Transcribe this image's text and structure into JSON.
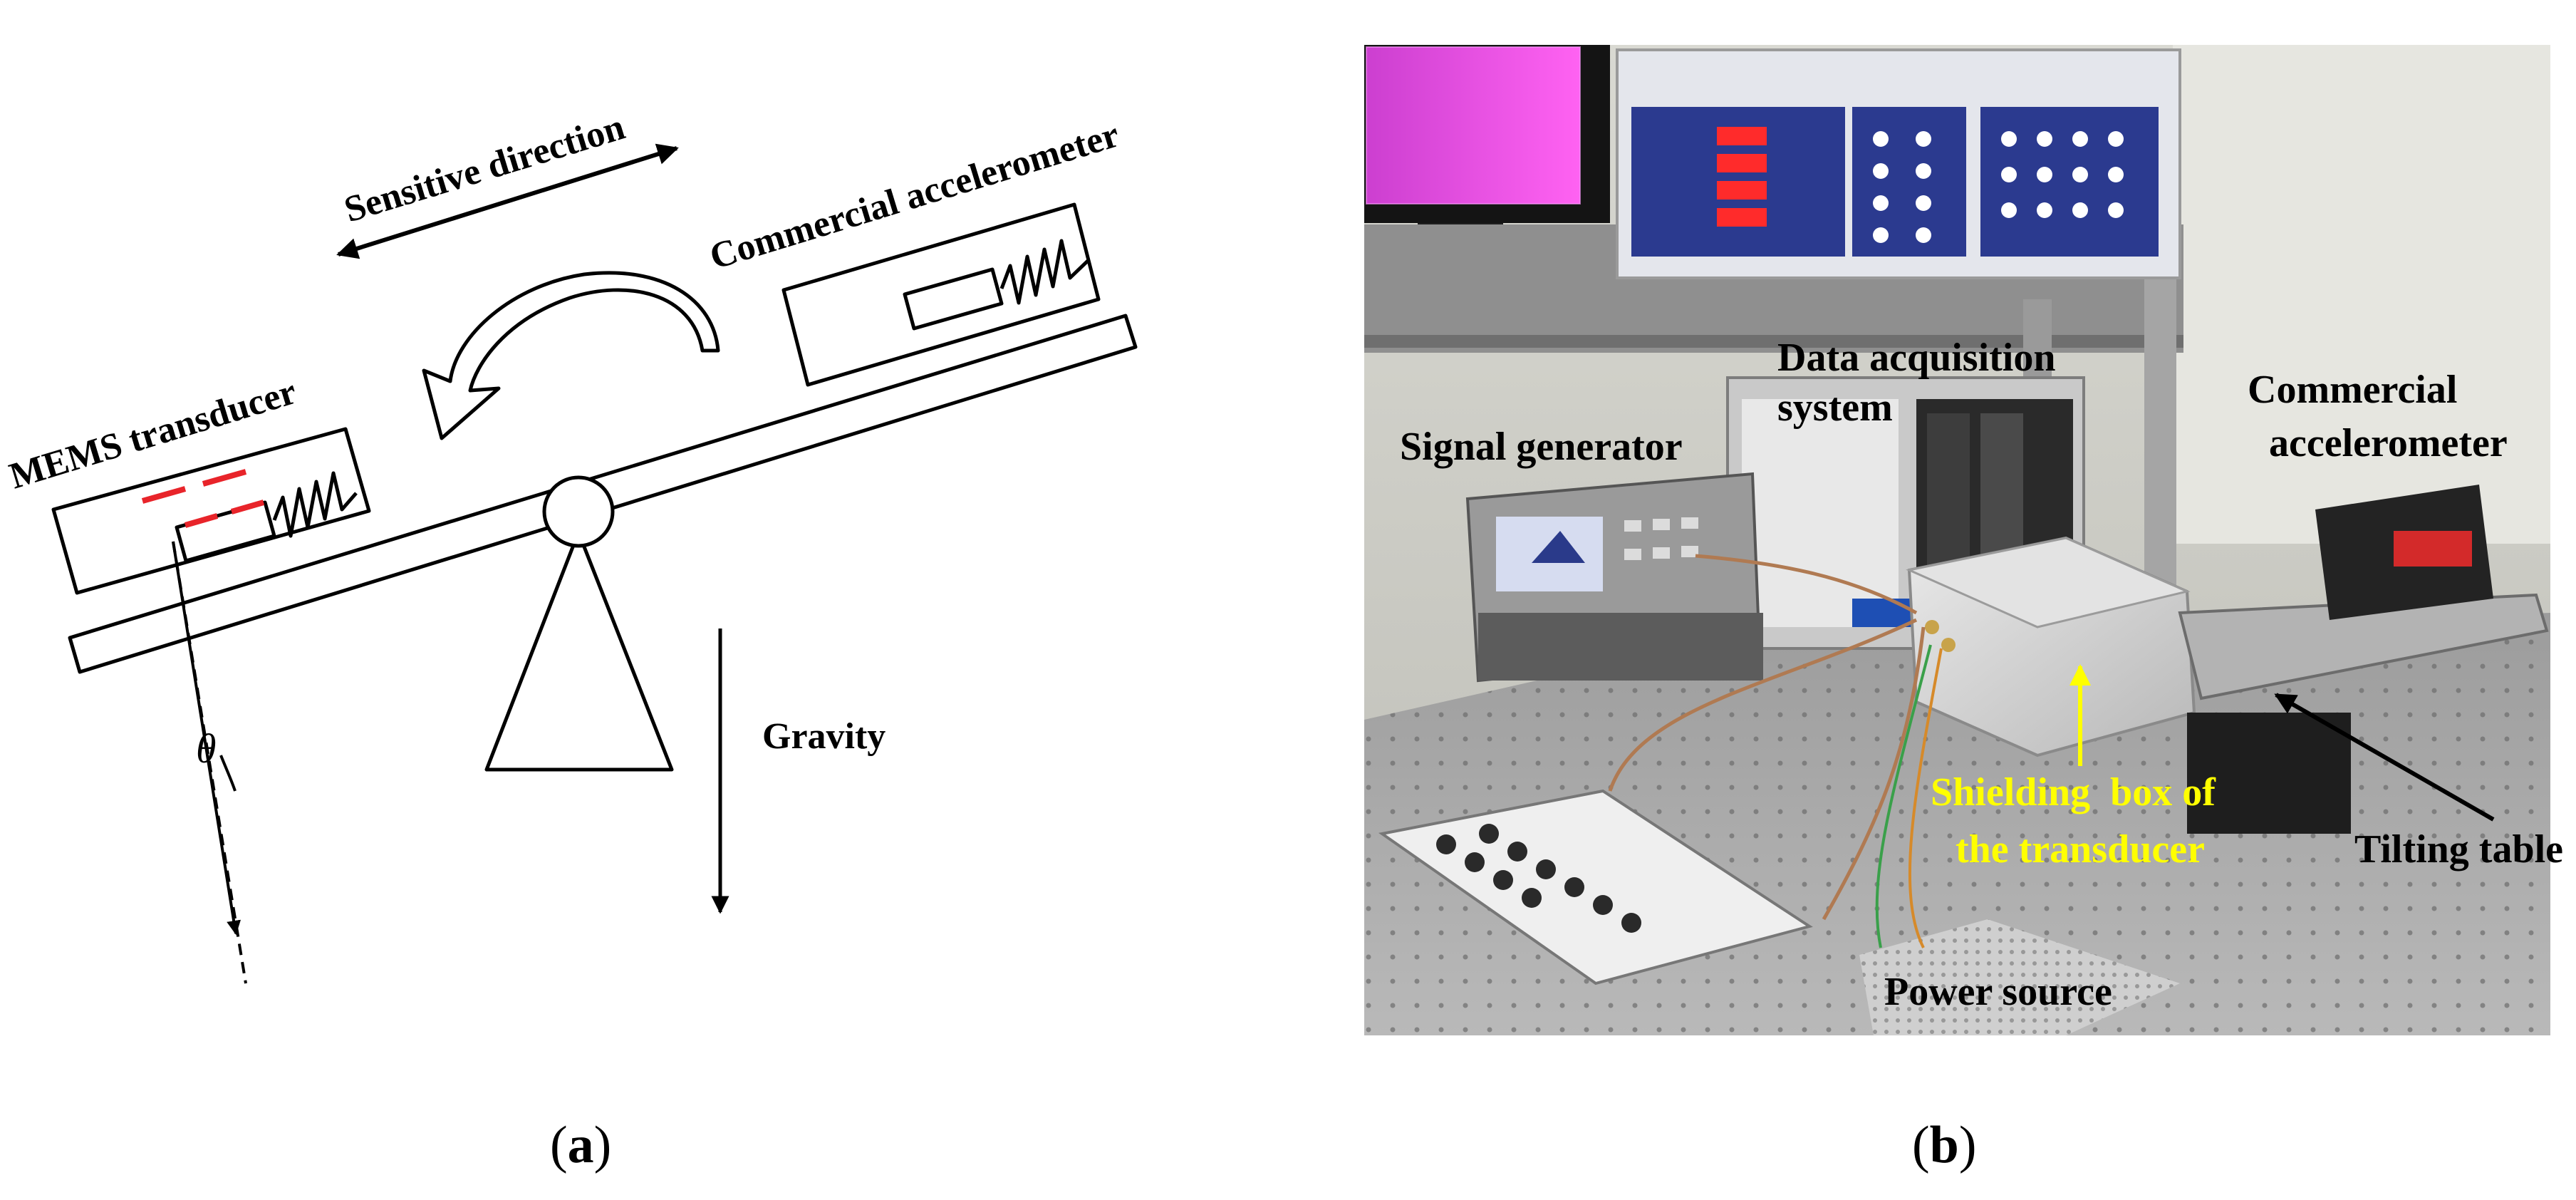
{
  "panel_a": {
    "labels": {
      "sensitive_direction": "Sensitive direction",
      "commercial_accelerometer": "Commercial accelerometer",
      "mems_transducer": "MEMS transducer",
      "gravity": "Gravity",
      "theta": "θ"
    },
    "caption": {
      "open": "(",
      "letter": "a",
      "close": ")"
    }
  },
  "panel_b": {
    "labels": {
      "data_acquisition_line1": "Data acquisition",
      "data_acquisition_line2": "system",
      "signal_generator": "Signal generator",
      "commercial_line1": "Commercial",
      "commercial_line2": "accelerometer",
      "shielding_line1": "Shielding  box of",
      "shielding_line2": "the transducer",
      "tilting_table": "Tilting table",
      "power_source": "Power source"
    },
    "caption": {
      "open": "(",
      "letter": "b",
      "close": ")"
    }
  },
  "colors": {
    "mems_marker": "#e8242a",
    "highlight_text": "#ffff00"
  }
}
